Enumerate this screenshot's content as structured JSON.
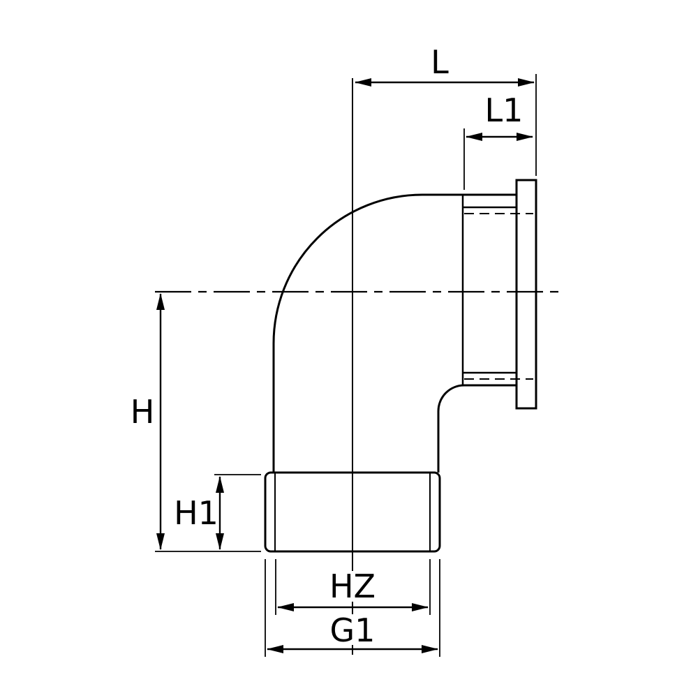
{
  "diagram": {
    "type": "technical-drawing",
    "subject": "90-degree elbow pipe fitting, side elevation with dimension annotations",
    "dimension_labels": {
      "L": "L",
      "L1": "L1",
      "H": "H",
      "H1": "H1",
      "HZ": "HZ",
      "G1": "G1"
    },
    "colors": {
      "line": "#000000",
      "background": "#ffffff"
    }
  }
}
